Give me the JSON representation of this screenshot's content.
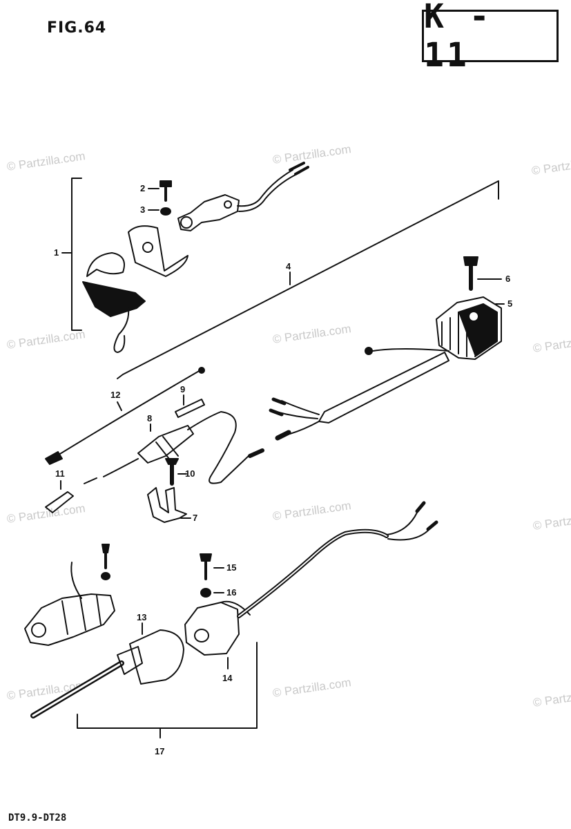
{
  "figure_label": "FIG.64",
  "page_code": "K - 11",
  "footer_model": "DT9.9-DT28",
  "watermark_text": "© Partzilla.com",
  "callouts": {
    "c1": "1",
    "c2": "2",
    "c3": "3",
    "c4": "4",
    "c5": "5",
    "c6": "6",
    "c7": "7",
    "c8": "8",
    "c9": "9",
    "c10": "10",
    "c11": "11",
    "c12": "12",
    "c13": "13",
    "c14": "14",
    "c15": "15",
    "c16": "16",
    "c17": "17"
  }
}
